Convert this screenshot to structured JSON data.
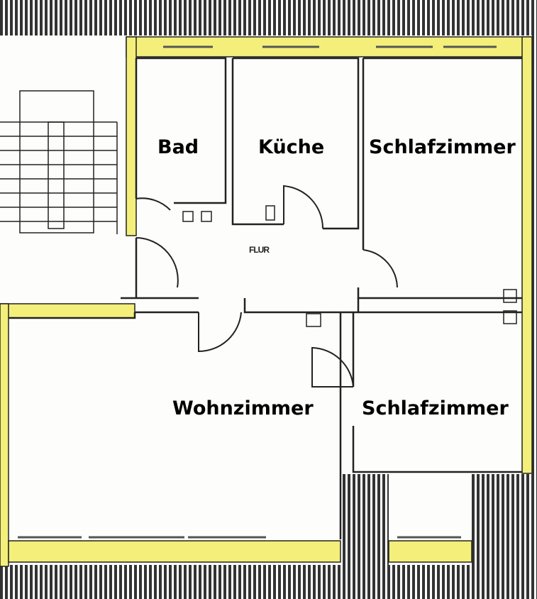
{
  "title": "Grundriss",
  "rooms": {
    "bad": "Bad",
    "kueche": "Küche",
    "schlafzimmer_1": "Schlafzimmer",
    "wohnzimmer": "Wohnzimmer",
    "schlafzimmer_2": "Schlafzimmer",
    "flur": "FLUR"
  },
  "colors": {
    "wall": "#f3ef7a",
    "line": "#222222",
    "hatch": "#333333"
  }
}
